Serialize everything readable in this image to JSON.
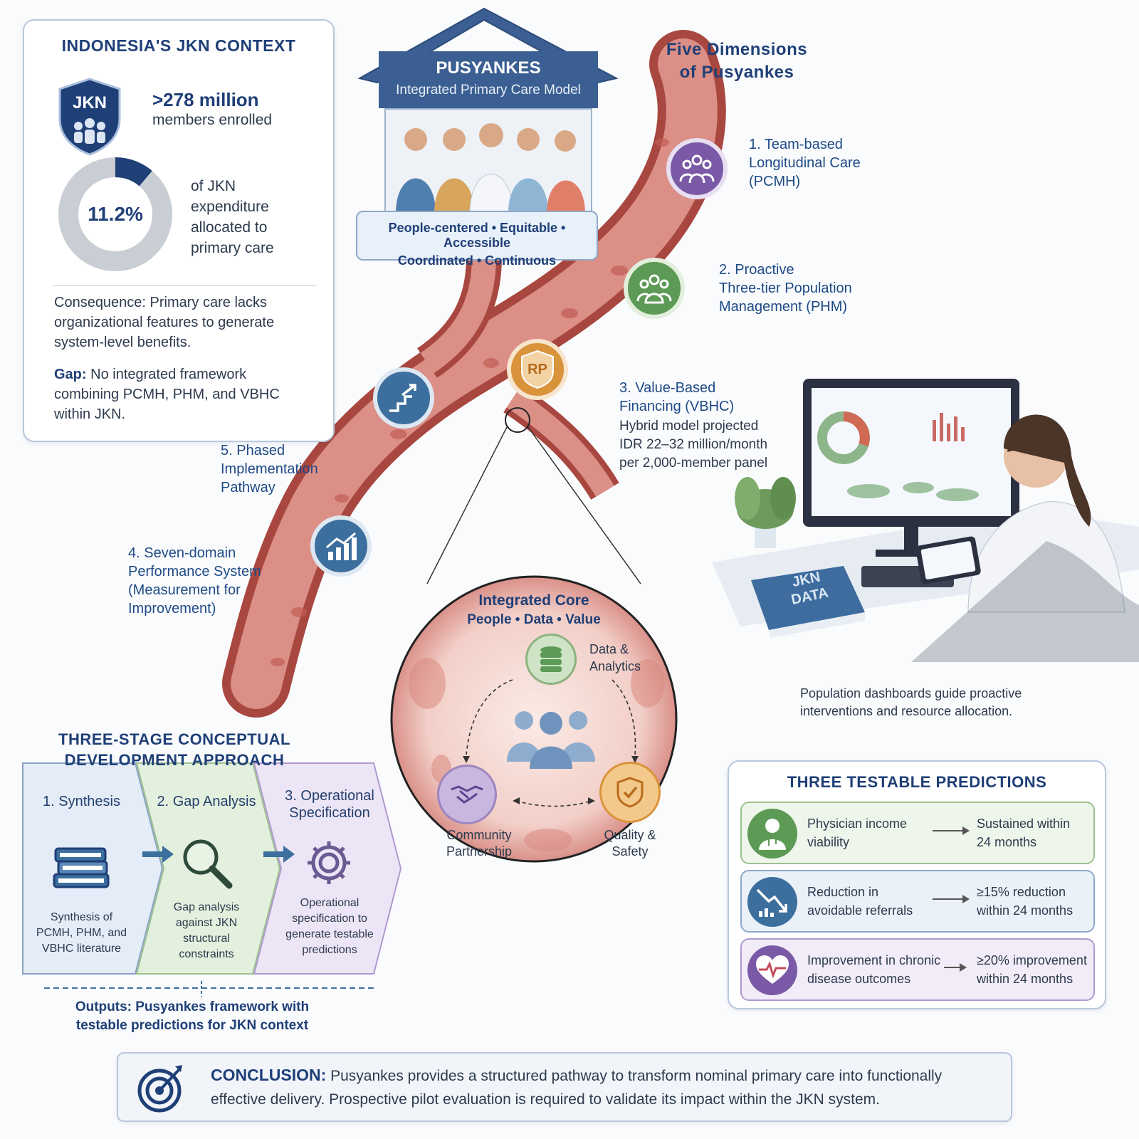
{
  "context": {
    "heading": "INDONESIA'S JKN CONTEXT",
    "badge": "JKN",
    "members_value": ">278 million",
    "members_label": "members enrolled",
    "expenditure_percent": "11.2%",
    "expenditure_fraction": 0.112,
    "expenditure_label_lines": [
      "of JKN",
      "expenditure",
      "allocated to",
      "primary care"
    ],
    "consequence": "Consequence: Primary care lacks organizational features to generate system-level benefits.",
    "gap_label": "Gap:",
    "gap_text": "No integrated framework combining PCMH, PHM, and VBHC within JKN."
  },
  "house": {
    "title": "PUSYANKES",
    "subtitle": "Integrated Primary Care Model",
    "values_line1": "People-centered • Equitable • Accessible",
    "values_line2": "Coordinated • Continuous"
  },
  "dimensions": {
    "heading_line1": "Five Dimensions",
    "heading_line2": "of Pusyankes",
    "d1": [
      "1. Team-based",
      "Longitudinal Care",
      "(PCMH)"
    ],
    "d2": [
      "2. Proactive",
      "Three-tier Population",
      "Management (PHM)"
    ],
    "d3_title": [
      "3. Value-Based",
      "Financing (VBHC)"
    ],
    "d3_detail": [
      "Hybrid model projected",
      "IDR 22–32 million/month",
      "per 2,000-member panel"
    ],
    "d3_badge": "RP",
    "d4": [
      "4. Seven-domain",
      "Performance System",
      "(Measurement for",
      "Improvement)"
    ],
    "d5": [
      "5. Phased",
      "Implementation",
      "Pathway"
    ]
  },
  "core": {
    "title": "Integrated Core",
    "subtitle": "People • Data • Value",
    "data": [
      "Data &",
      "Analytics"
    ],
    "community": [
      "Community",
      "Partnership"
    ],
    "quality": [
      "Quality &",
      "Safety"
    ]
  },
  "workstation": {
    "book_label": [
      "JKN",
      "DATA"
    ],
    "caption": [
      "Population dashboards guide proactive",
      "interventions and resource allocation."
    ]
  },
  "stages": {
    "heading_line1": "THREE-STAGE CONCEPTUAL",
    "heading_line2": "DEVELOPMENT APPROACH",
    "s1_title": "1. Synthesis",
    "s1_desc": [
      "Synthesis of",
      "PCMH, PHM, and",
      "VBHC literature"
    ],
    "s2_title": "2. Gap Analysis",
    "s2_desc": [
      "Gap analysis",
      "against JKN",
      "structural",
      "constraints"
    ],
    "s3_title": [
      "3. Operational",
      "Specification"
    ],
    "s3_desc": [
      "Operational",
      "specification to",
      "generate testable",
      "predictions"
    ],
    "outputs": [
      "Outputs: Pusyankes framework with",
      "testable predictions for JKN context"
    ]
  },
  "predictions": {
    "heading": "THREE TESTABLE PREDICTIONS",
    "p1_label": [
      "Physician income",
      "viability"
    ],
    "p1_result": [
      "Sustained within",
      "24 months"
    ],
    "p2_label": [
      "Reduction in",
      "avoidable referrals"
    ],
    "p2_result": [
      "≥15% reduction",
      "within 24 months"
    ],
    "p3_label": [
      "Improvement in chronic",
      "disease outcomes"
    ],
    "p3_result": [
      "≥20% improvement",
      "within 24 months"
    ]
  },
  "conclusion": {
    "label": "CONCLUSION:",
    "text": "Pusyankes provides a structured pathway to transform nominal primary care into functionally effective delivery. Prospective pilot evaluation is required to validate its impact within the JKN system."
  },
  "colors": {
    "navy": "#1f3f77",
    "purple": "#7a5aa6",
    "green": "#5d9a55",
    "orange": "#d9933a",
    "blue": "#3d6f9e",
    "vessel": "#c96a64"
  }
}
